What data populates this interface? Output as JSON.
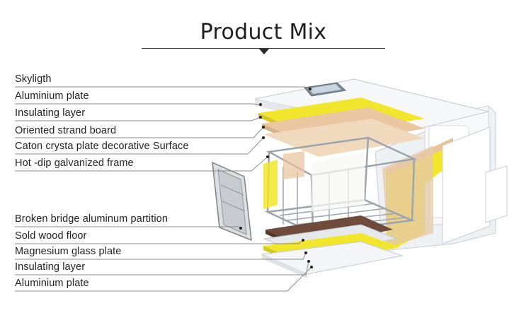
{
  "title": "Product Mix",
  "labels": [
    "Skyligth",
    "Aluminium plate",
    "Insulating layer",
    "Oriented strand board",
    "Caton crysta plate decorative Surface",
    "Hot -dip galvanized frame",
    "Broken bridge aluminum partition",
    "Sold wood floor",
    "Magnesium glass plate",
    "Insulating layer",
    "Aluminium plate"
  ],
  "colors": {
    "insulation": "#f1e62c",
    "wood": "#e8c29a",
    "floor": "#6e4b3a",
    "shell": "#f4f6f8",
    "frame": "#aab3bb",
    "leader": "#8c8c8c"
  }
}
